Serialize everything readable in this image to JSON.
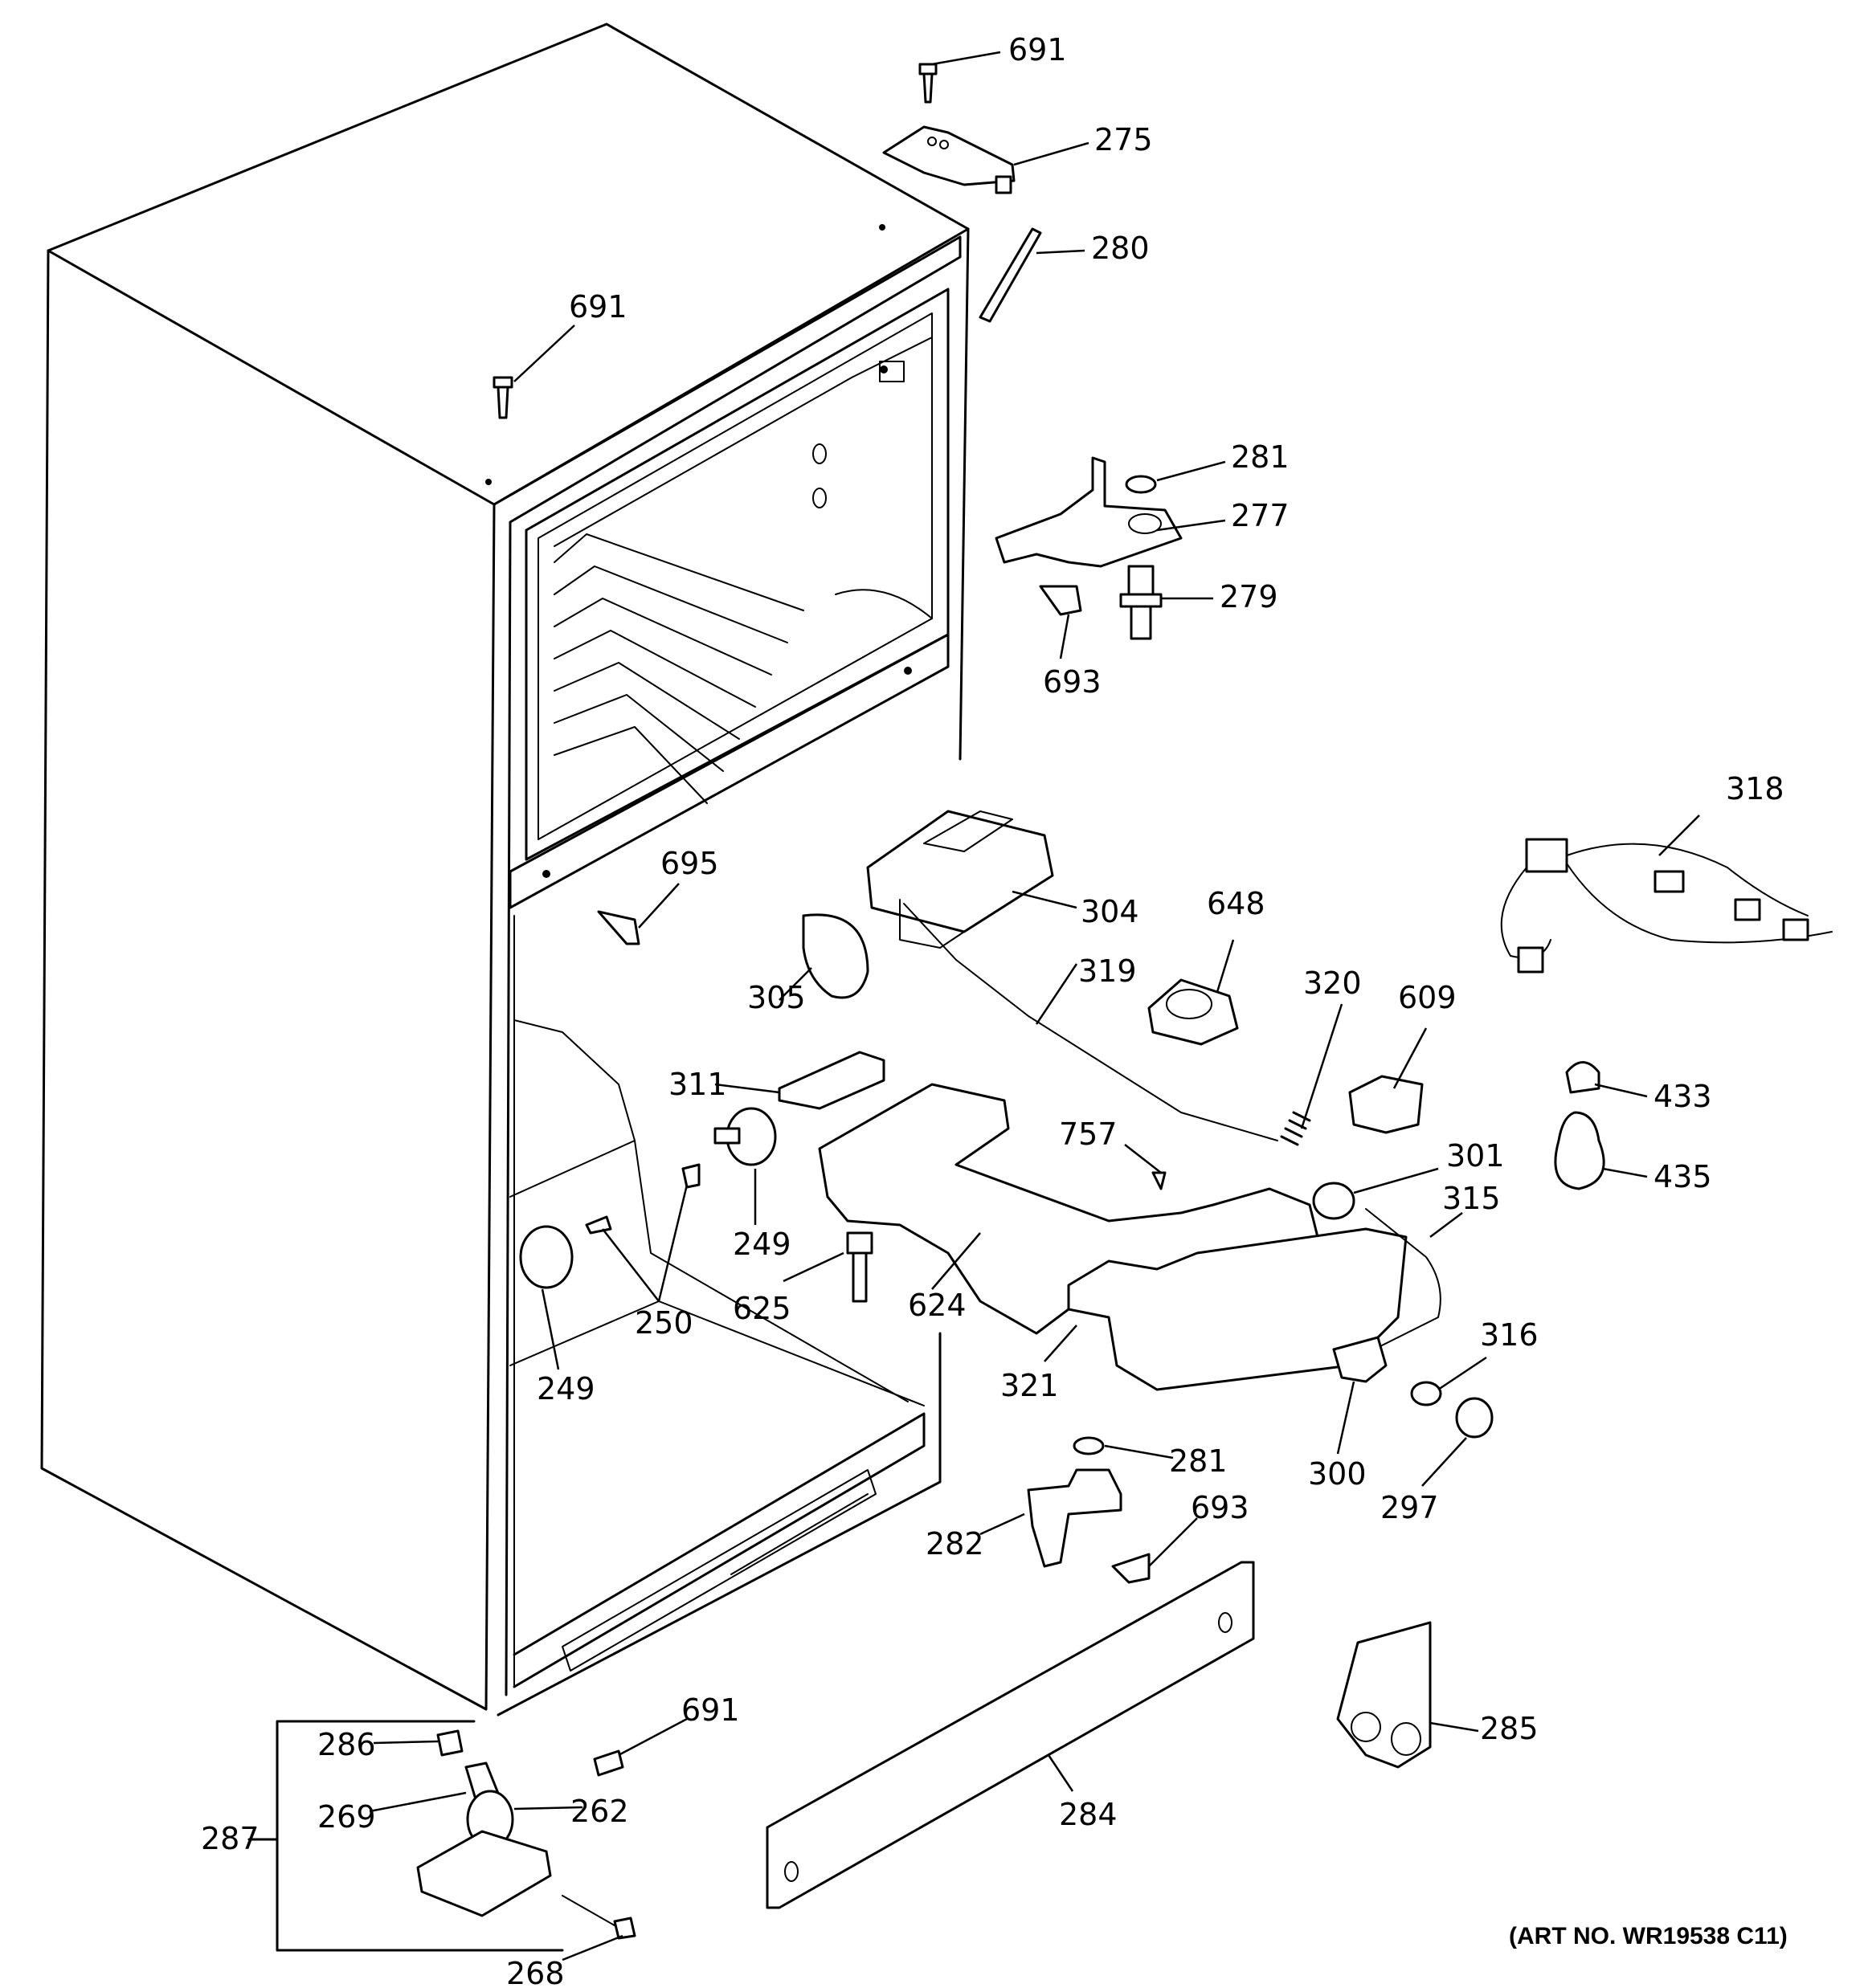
{
  "diagram": {
    "art_number": "(ART NO. WR19538 C11)",
    "callouts": [
      {
        "id": "c-691-a",
        "text": "691"
      },
      {
        "id": "c-275",
        "text": "275"
      },
      {
        "id": "c-280",
        "text": "280"
      },
      {
        "id": "c-691-b",
        "text": "691"
      },
      {
        "id": "c-281-a",
        "text": "281"
      },
      {
        "id": "c-277",
        "text": "277"
      },
      {
        "id": "c-279",
        "text": "279"
      },
      {
        "id": "c-693-a",
        "text": "693"
      },
      {
        "id": "c-318",
        "text": "318"
      },
      {
        "id": "c-695",
        "text": "695"
      },
      {
        "id": "c-304",
        "text": "304"
      },
      {
        "id": "c-648",
        "text": "648"
      },
      {
        "id": "c-305",
        "text": "305"
      },
      {
        "id": "c-319",
        "text": "319"
      },
      {
        "id": "c-320",
        "text": "320"
      },
      {
        "id": "c-609",
        "text": "609"
      },
      {
        "id": "c-311",
        "text": "311"
      },
      {
        "id": "c-433",
        "text": "433"
      },
      {
        "id": "c-757",
        "text": "757"
      },
      {
        "id": "c-301",
        "text": "301"
      },
      {
        "id": "c-435",
        "text": "435"
      },
      {
        "id": "c-249-a",
        "text": "249"
      },
      {
        "id": "c-315",
        "text": "315"
      },
      {
        "id": "c-624",
        "text": "624"
      },
      {
        "id": "c-625",
        "text": "625"
      },
      {
        "id": "c-250",
        "text": "250"
      },
      {
        "id": "c-316",
        "text": "316"
      },
      {
        "id": "c-321",
        "text": "321"
      },
      {
        "id": "c-249-b",
        "text": "249"
      },
      {
        "id": "c-281-b",
        "text": "281"
      },
      {
        "id": "c-300",
        "text": "300"
      },
      {
        "id": "c-297",
        "text": "297"
      },
      {
        "id": "c-693-b",
        "text": "693"
      },
      {
        "id": "c-282",
        "text": "282"
      },
      {
        "id": "c-285",
        "text": "285"
      },
      {
        "id": "c-691-c",
        "text": "691"
      },
      {
        "id": "c-286",
        "text": "286"
      },
      {
        "id": "c-269",
        "text": "269"
      },
      {
        "id": "c-262",
        "text": "262"
      },
      {
        "id": "c-284",
        "text": "284"
      },
      {
        "id": "c-287",
        "text": "287"
      },
      {
        "id": "c-268",
        "text": "268"
      }
    ]
  }
}
